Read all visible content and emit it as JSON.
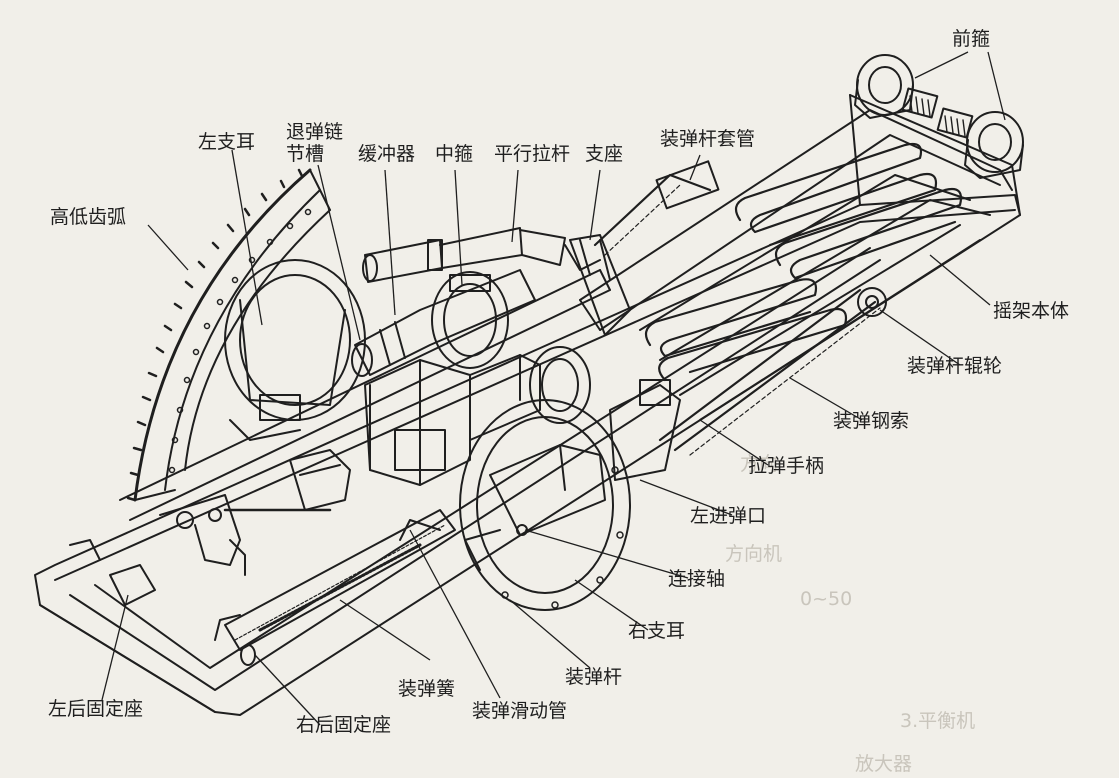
{
  "diagram": {
    "labels": {
      "front_hoop": "前箍",
      "left_trunnion": "左支耳",
      "ejection_chain_slot_1": "退弹链",
      "ejection_chain_slot_2": "节槽",
      "buffer": "缓冲器",
      "middle_hoop": "中箍",
      "parallel_rod": "平行拉杆",
      "support": "支座",
      "rammer_rod_sleeve": "装弹杆套管",
      "elevating_arc": "高低齿弧",
      "cradle_body": "摇架本体",
      "rammer_rod_roller": "装弹杆辊轮",
      "rammer_cable": "装弹钢索",
      "cocking_handle": "拉弹手柄",
      "left_feed_port": "左进弹口",
      "connecting_shaft": "连接轴",
      "right_trunnion": "右支耳",
      "rammer_rod": "装弹杆",
      "left_rear_mount": "左后固定座",
      "rammer_spring": "装弹簧",
      "rammer_slide_tube": "装弹滑动管",
      "right_rear_mount": "右后固定座"
    },
    "bleed_through_text": [
      "方向",
      "方向机",
      "3.平衡机",
      "放大器",
      "0~50"
    ],
    "colors": {
      "ink": "#1f1f1f",
      "paper": "#f1efe9",
      "bleed": "#c9c5bc"
    }
  }
}
